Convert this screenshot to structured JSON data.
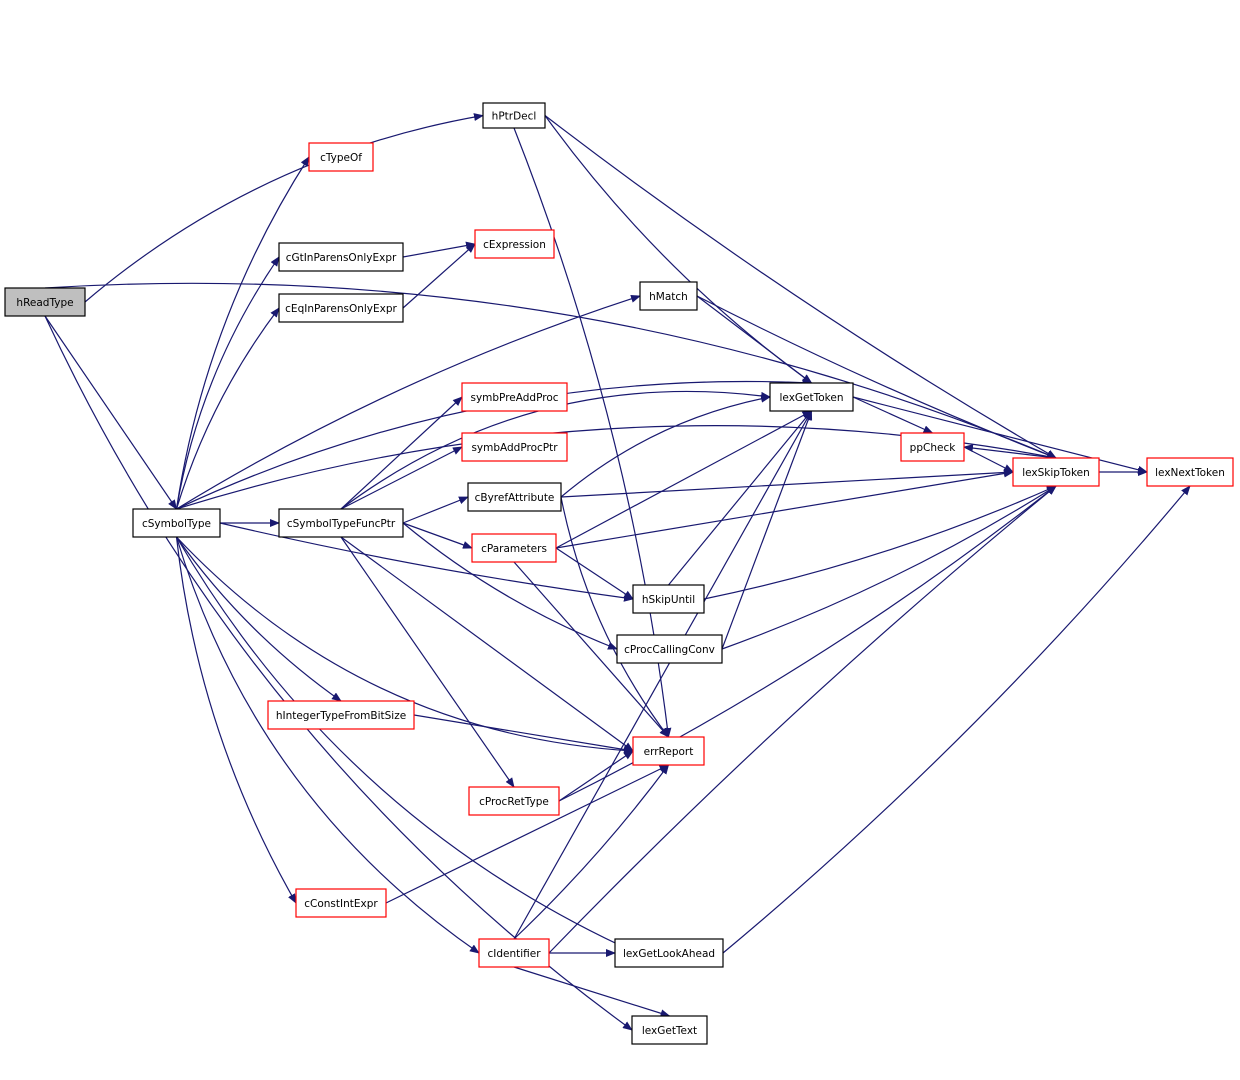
{
  "diagram": {
    "type": "call-graph",
    "colors": {
      "edge": "#191970",
      "root_fill": "#bfbfbf",
      "node_fill": "#ffffff",
      "node_border_plain": "#000000",
      "node_border_truncated": "#ff0000"
    },
    "nodes": [
      {
        "id": "hReadType",
        "label": "hReadType",
        "style": "root"
      },
      {
        "id": "cSymbolType",
        "label": "cSymbolType",
        "style": "plain"
      },
      {
        "id": "hPtrDecl",
        "label": "hPtrDecl",
        "style": "plain"
      },
      {
        "id": "cTypeOf",
        "label": "cTypeOf",
        "style": "truncated"
      },
      {
        "id": "cGtInParensOnlyExpr",
        "label": "cGtInParensOnlyExpr",
        "style": "plain"
      },
      {
        "id": "cEqInParensOnlyExpr",
        "label": "cEqInParensOnlyExpr",
        "style": "plain"
      },
      {
        "id": "cExpression",
        "label": "cExpression",
        "style": "truncated"
      },
      {
        "id": "hMatch",
        "label": "hMatch",
        "style": "plain"
      },
      {
        "id": "symbPreAddProc",
        "label": "symbPreAddProc",
        "style": "truncated"
      },
      {
        "id": "symbAddProcPtr",
        "label": "symbAddProcPtr",
        "style": "truncated"
      },
      {
        "id": "cByrefAttribute",
        "label": "cByrefAttribute",
        "style": "plain"
      },
      {
        "id": "cSymbolTypeFuncPtr",
        "label": "cSymbolTypeFuncPtr",
        "style": "plain"
      },
      {
        "id": "cParameters",
        "label": "cParameters",
        "style": "truncated"
      },
      {
        "id": "hSkipUntil",
        "label": "hSkipUntil",
        "style": "plain"
      },
      {
        "id": "cProcCallingConv",
        "label": "cProcCallingConv",
        "style": "plain"
      },
      {
        "id": "lexGetToken",
        "label": "lexGetToken",
        "style": "plain"
      },
      {
        "id": "ppCheck",
        "label": "ppCheck",
        "style": "truncated"
      },
      {
        "id": "lexSkipToken",
        "label": "lexSkipToken",
        "style": "truncated"
      },
      {
        "id": "lexNextToken",
        "label": "lexNextToken",
        "style": "truncated"
      },
      {
        "id": "hIntegerTypeFromBitSize",
        "label": "hIntegerTypeFromBitSize",
        "style": "truncated"
      },
      {
        "id": "errReport",
        "label": "errReport",
        "style": "truncated"
      },
      {
        "id": "cProcRetType",
        "label": "cProcRetType",
        "style": "truncated"
      },
      {
        "id": "cConstIntExpr",
        "label": "cConstIntExpr",
        "style": "truncated"
      },
      {
        "id": "cIdentifier",
        "label": "cIdentifier",
        "style": "truncated"
      },
      {
        "id": "lexGetLookAhead",
        "label": "lexGetLookAhead",
        "style": "plain"
      },
      {
        "id": "lexGetText",
        "label": "lexGetText",
        "style": "plain"
      }
    ],
    "edges": [
      {
        "from": "hReadType",
        "to": "hPtrDecl"
      },
      {
        "from": "hReadType",
        "to": "lexSkipToken"
      },
      {
        "from": "hReadType",
        "to": "cSymbolType"
      },
      {
        "from": "hReadType",
        "to": "lexGetText"
      },
      {
        "from": "hPtrDecl",
        "to": "lexGetToken"
      },
      {
        "from": "hPtrDecl",
        "to": "lexSkipToken"
      },
      {
        "from": "hPtrDecl",
        "to": "errReport"
      },
      {
        "from": "cSymbolType",
        "to": "cTypeOf"
      },
      {
        "from": "cSymbolType",
        "to": "lexSkipToken"
      },
      {
        "from": "cSymbolType",
        "to": "lexGetToken"
      },
      {
        "from": "cSymbolType",
        "to": "cGtInParensOnlyExpr"
      },
      {
        "from": "cSymbolType",
        "to": "cEqInParensOnlyExpr"
      },
      {
        "from": "cSymbolType",
        "to": "hMatch"
      },
      {
        "from": "cSymbolType",
        "to": "cSymbolTypeFuncPtr"
      },
      {
        "from": "cSymbolType",
        "to": "hSkipUntil"
      },
      {
        "from": "cSymbolType",
        "to": "hIntegerTypeFromBitSize"
      },
      {
        "from": "cSymbolType",
        "to": "errReport"
      },
      {
        "from": "cSymbolType",
        "to": "cConstIntExpr"
      },
      {
        "from": "cSymbolType",
        "to": "cIdentifier"
      },
      {
        "from": "cSymbolType",
        "to": "lexGetLookAhead"
      },
      {
        "from": "cGtInParensOnlyExpr",
        "to": "cExpression"
      },
      {
        "from": "cEqInParensOnlyExpr",
        "to": "cExpression"
      },
      {
        "from": "hMatch",
        "to": "lexGetToken"
      },
      {
        "from": "hMatch",
        "to": "lexSkipToken"
      },
      {
        "from": "cSymbolTypeFuncPtr",
        "to": "lexGetToken"
      },
      {
        "from": "cSymbolTypeFuncPtr",
        "to": "symbPreAddProc"
      },
      {
        "from": "cSymbolTypeFuncPtr",
        "to": "symbAddProcPtr"
      },
      {
        "from": "cSymbolTypeFuncPtr",
        "to": "cByrefAttribute"
      },
      {
        "from": "cSymbolTypeFuncPtr",
        "to": "cParameters"
      },
      {
        "from": "cSymbolTypeFuncPtr",
        "to": "cProcCallingConv"
      },
      {
        "from": "cSymbolTypeFuncPtr",
        "to": "errReport"
      },
      {
        "from": "cSymbolTypeFuncPtr",
        "to": "cProcRetType"
      },
      {
        "from": "cByrefAttribute",
        "to": "lexGetToken"
      },
      {
        "from": "cByrefAttribute",
        "to": "lexSkipToken"
      },
      {
        "from": "cByrefAttribute",
        "to": "errReport"
      },
      {
        "from": "cParameters",
        "to": "lexGetToken"
      },
      {
        "from": "cParameters",
        "to": "lexSkipToken"
      },
      {
        "from": "cParameters",
        "to": "hSkipUntil"
      },
      {
        "from": "cParameters",
        "to": "errReport"
      },
      {
        "from": "hSkipUntil",
        "to": "lexGetToken"
      },
      {
        "from": "hSkipUntil",
        "to": "lexSkipToken"
      },
      {
        "from": "cProcCallingConv",
        "to": "lexGetToken"
      },
      {
        "from": "cProcCallingConv",
        "to": "lexSkipToken"
      },
      {
        "from": "lexGetToken",
        "to": "ppCheck"
      },
      {
        "from": "lexGetToken",
        "to": "lexNextToken"
      },
      {
        "from": "ppCheck",
        "to": "lexSkipToken"
      },
      {
        "from": "lexSkipToken",
        "to": "ppCheck"
      },
      {
        "from": "lexSkipToken",
        "to": "lexNextToken"
      },
      {
        "from": "hIntegerTypeFromBitSize",
        "to": "errReport"
      },
      {
        "from": "cProcRetType",
        "to": "errReport"
      },
      {
        "from": "cProcRetType",
        "to": "lexSkipToken"
      },
      {
        "from": "cConstIntExpr",
        "to": "errReport"
      },
      {
        "from": "cIdentifier",
        "to": "lexGetToken"
      },
      {
        "from": "cIdentifier",
        "to": "lexSkipToken"
      },
      {
        "from": "cIdentifier",
        "to": "errReport"
      },
      {
        "from": "cIdentifier",
        "to": "lexGetLookAhead"
      },
      {
        "from": "cIdentifier",
        "to": "lexGetText"
      },
      {
        "from": "lexGetLookAhead",
        "to": "lexNextToken"
      }
    ]
  }
}
